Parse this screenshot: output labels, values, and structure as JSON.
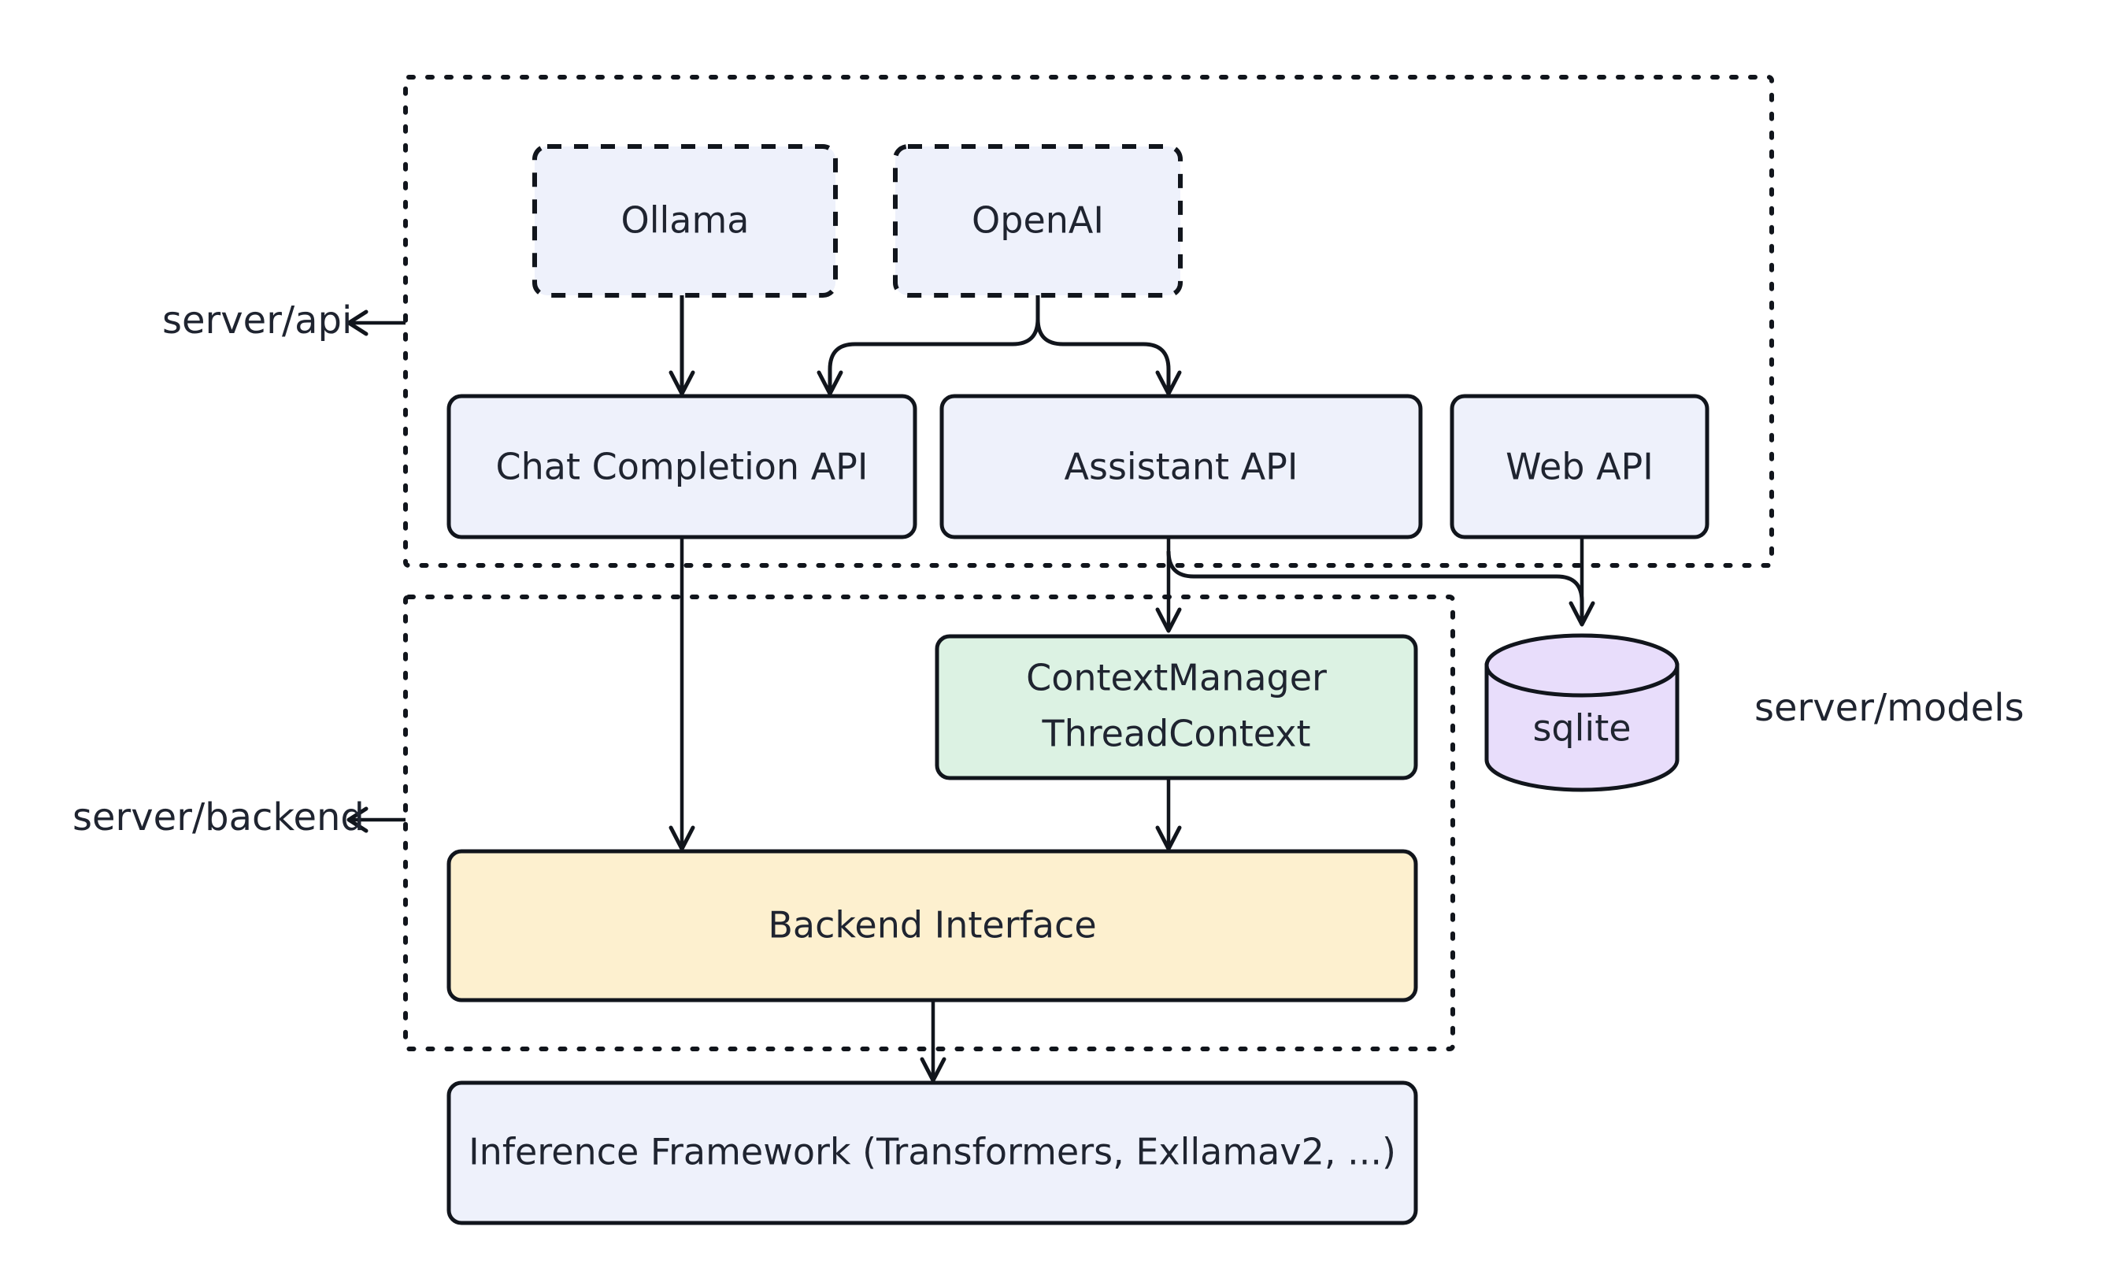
{
  "diagram": {
    "background": "#ffffff",
    "line_color": "#11151c",
    "text_color": "#1f2430",
    "groups": [
      {
        "id": "api",
        "label": "server/api",
        "style": "dotted-container",
        "label_side": "left"
      },
      {
        "id": "backend",
        "label": "server/backend",
        "style": "dotted-container",
        "label_side": "left"
      },
      {
        "id": "models",
        "label": "server/models",
        "style": "plain-label",
        "label_side": "right"
      }
    ],
    "nodes": [
      {
        "id": "ollama",
        "label": "Ollama",
        "shape": "rounded-rect-dashed",
        "fill": "#eef1fb",
        "group": "api"
      },
      {
        "id": "openai",
        "label": "OpenAI",
        "shape": "rounded-rect-dashed",
        "fill": "#eef1fb",
        "group": "api"
      },
      {
        "id": "chat_api",
        "label": "Chat Completion API",
        "shape": "rounded-rect",
        "fill": "#eef1fb",
        "group": "api"
      },
      {
        "id": "assist_api",
        "label": "Assistant API",
        "shape": "rounded-rect",
        "fill": "#eef1fb",
        "group": "api"
      },
      {
        "id": "web_api",
        "label": "Web API",
        "shape": "rounded-rect",
        "fill": "#eef1fb",
        "group": "api"
      },
      {
        "id": "ctxmgr",
        "label_line1": "ContextManager",
        "label_line2": "ThreadContext",
        "shape": "rounded-rect",
        "fill": "#dcf2e3",
        "group": "backend"
      },
      {
        "id": "sqlite",
        "label": "sqlite",
        "shape": "cylinder",
        "fill": "#e8ddfb",
        "group": "models"
      },
      {
        "id": "backend_if",
        "label": "Backend Interface",
        "shape": "rounded-rect",
        "fill": "#fdf0cf",
        "group": "backend"
      },
      {
        "id": "inference",
        "label": "Inference Framework (Transformers, Exllamav2, ...)",
        "shape": "rounded-rect",
        "fill": "#eef1fb",
        "group": "none"
      }
    ],
    "edges": [
      {
        "from": "ollama",
        "to": "chat_api",
        "arrow": true
      },
      {
        "from": "openai",
        "to": "chat_api",
        "arrow": true
      },
      {
        "from": "openai",
        "to": "assist_api",
        "arrow": true
      },
      {
        "from": "chat_api",
        "to": "backend_if",
        "arrow": true
      },
      {
        "from": "assist_api",
        "to": "ctxmgr",
        "arrow": true
      },
      {
        "from": "assist_api",
        "to": "sqlite",
        "arrow": true
      },
      {
        "from": "web_api",
        "to": "sqlite",
        "arrow": true
      },
      {
        "from": "ctxmgr",
        "to": "backend_if",
        "arrow": true
      },
      {
        "from": "backend_if",
        "to": "inference",
        "arrow": true
      }
    ]
  }
}
